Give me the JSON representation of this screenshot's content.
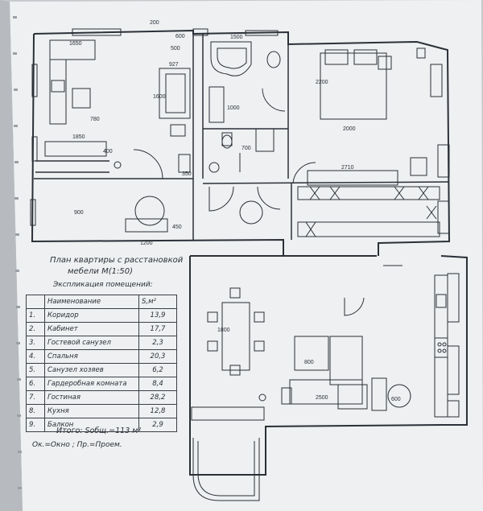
{
  "title_line1": "План квартиры с расстановкой",
  "title_line2": "мебели М(1:50)",
  "explication": "Экспликация помещений:",
  "table": {
    "col_name": "Наименование",
    "col_area": "S,м²",
    "rows": [
      {
        "n": "1.",
        "name": "Коридор",
        "s": "13,9"
      },
      {
        "n": "2.",
        "name": "Кабинет",
        "s": "17,7"
      },
      {
        "n": "3.",
        "name": "Гостевой санузел",
        "s": "2,3"
      },
      {
        "n": "4.",
        "name": "Спальня",
        "s": "20,3"
      },
      {
        "n": "5.",
        "name": "Санузел хозяев",
        "s": "6,2"
      },
      {
        "n": "6.",
        "name": "Гардеробная комната",
        "s": "8,4"
      },
      {
        "n": "7.",
        "name": "Гостиная",
        "s": "28,2"
      },
      {
        "n": "8.",
        "name": "Кухня",
        "s": "12,8"
      },
      {
        "n": "9.",
        "name": "Балкон",
        "s": "2,9"
      }
    ]
  },
  "total": "Итого:  Sобщ.=113 м²",
  "notes": "Ок.=Окно ;  Пр.=Проем.",
  "dims": {
    "d200": "200",
    "d600": "600",
    "d1500": "1500",
    "d1650": "1650",
    "d500": "500",
    "d927": "927",
    "d1600": "1600",
    "d780": "780",
    "d1000": "1000",
    "d2200": "2200",
    "d2000": "2000",
    "d1850": "1850",
    "d400": "400",
    "d350": "350",
    "d700": "700",
    "d2710": "2710",
    "d900": "900",
    "d1200": "1200",
    "d450": "450",
    "d800": "800",
    "d2500": "2500",
    "d1800": "1800",
    "d600b": "600"
  }
}
